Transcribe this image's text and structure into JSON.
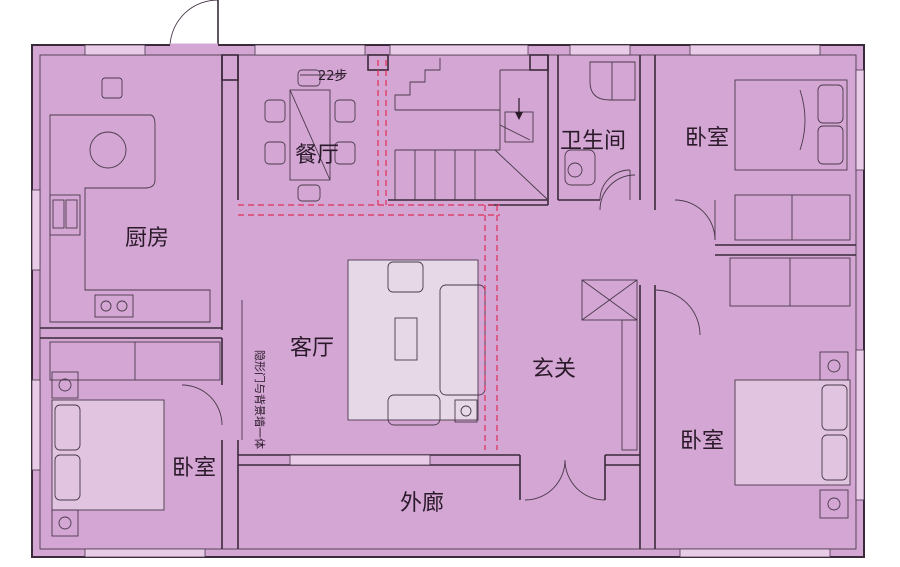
{
  "rooms": {
    "kitchen": "厨房",
    "dining": "餐厅",
    "bathroom": "卫生间",
    "bedroom_top_right": "卧室",
    "living": "客厅",
    "foyer": "玄关",
    "bedroom_bottom_left": "卧室",
    "bedroom_bottom_right": "卧室",
    "corridor": "外廊"
  },
  "annotations": {
    "stairs": "22步",
    "hidden_door": "隐形门与背景墙一体"
  },
  "colors": {
    "floor": "#d4a6d4",
    "wall": "#3a2a3a",
    "dashed_line": "#e0305a",
    "carpet": "#e6d8e6"
  }
}
